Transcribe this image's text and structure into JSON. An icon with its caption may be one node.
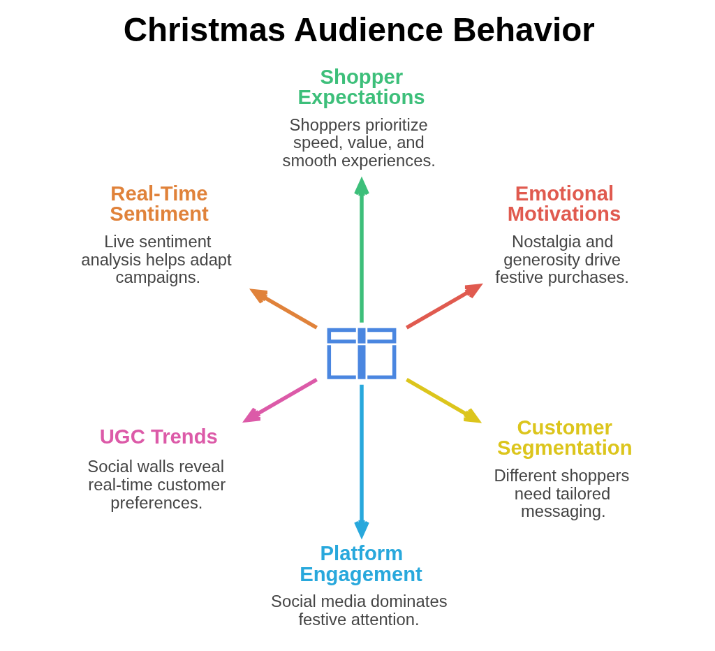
{
  "diagram": {
    "title": "Christmas Audience Behavior",
    "nodes": [
      {
        "text": [],
        "shape": "picture"
      },
      {
        "text": [
          "Shopper Expectations",
          "Shoppers prioritize speed, value, and smooth experiences."
        ]
      },
      {
        "text": [
          "Emotional Motivations",
          "Nostalgia and generosity drive festive purchases."
        ]
      },
      {
        "text": [
          "Customer Segmentation",
          "Different shoppers need tailored messaging."
        ]
      },
      {
        "text": [
          "Platform Engagement",
          "Social media dominates festive attention."
        ]
      },
      {
        "text": [
          "UGC Trends",
          "Social walls reveal real-time customer preferences."
        ]
      },
      {
        "text": [
          "Real-Time Sentiment",
          "Live sentiment analysis helps adapt campaigns."
        ]
      }
    ],
    "edges": [
      {
        "from": 0,
        "to": 1,
        "arrow": "to",
        "color": "#3dbf7a"
      },
      {
        "from": 0,
        "to": 2,
        "arrow": "to",
        "color": "#e05a4f"
      },
      {
        "from": 0,
        "to": 3,
        "arrow": "to",
        "color": "#dcc51c"
      },
      {
        "from": 0,
        "to": 4,
        "arrow": "to",
        "color": "#28a8dc"
      },
      {
        "from": 0,
        "to": 5,
        "arrow": "to",
        "color": "#dc5aa8"
      },
      {
        "from": 0,
        "to": 6,
        "arrow": "to",
        "color": "#e0823a"
      }
    ]
  }
}
